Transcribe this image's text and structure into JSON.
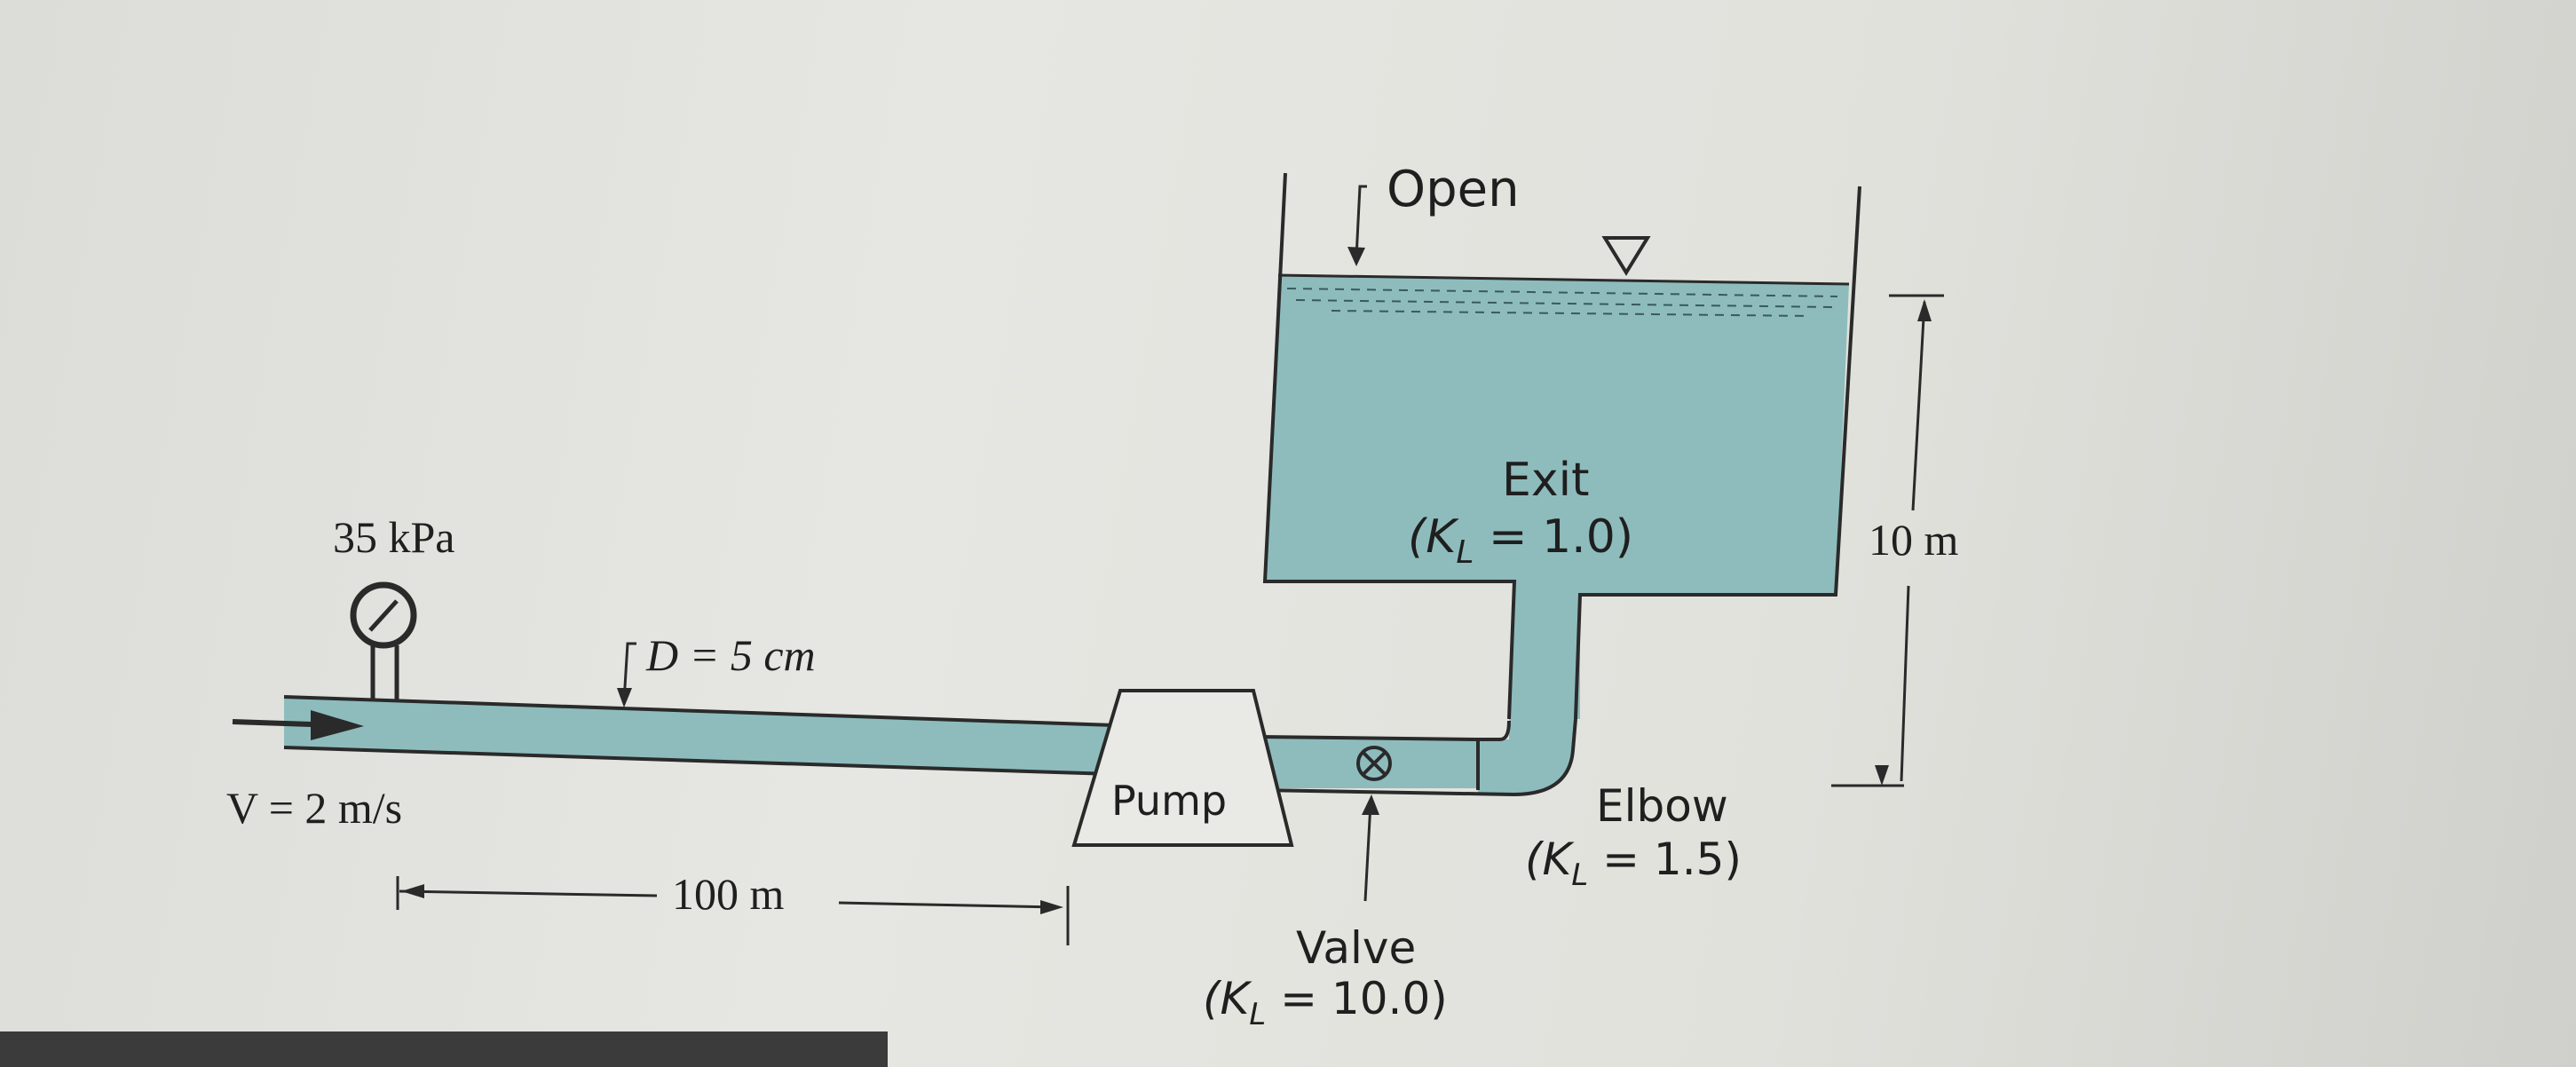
{
  "labels": {
    "pressure": "35 kPa",
    "diameter": "D = 5 cm",
    "velocity": "V = 2 m/s",
    "length": "100 m",
    "pump": "Pump",
    "open": "Open",
    "exit_title": "Exit",
    "exit_k": "(K",
    "exit_k_sub": "L",
    "exit_k_val": " = 1.0)",
    "elbow_title": "Elbow",
    "elbow_k": "(K",
    "elbow_k_sub": "L",
    "elbow_k_val": " = 1.5)",
    "valve_title": "Valve",
    "valve_k": "(K",
    "valve_k_sub": "L",
    "valve_k_val": " = 10.0)",
    "height": "10 m"
  },
  "colors": {
    "water": "#8ebcbd",
    "line": "#2a2a2a",
    "text": "#1f1f1f"
  }
}
